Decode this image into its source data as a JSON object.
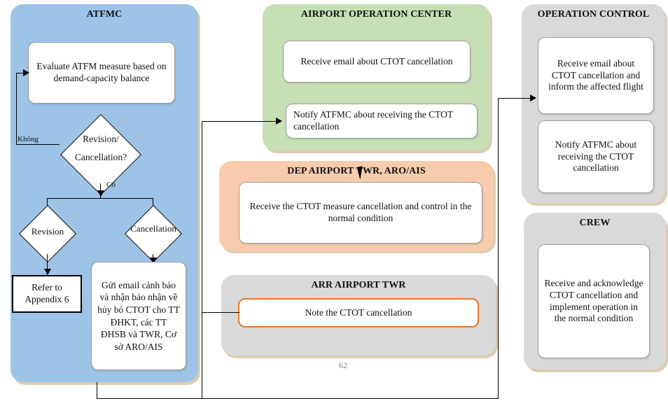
{
  "document": {
    "page_number": "62"
  },
  "lanes": [
    {
      "id": "atfmc",
      "title": "ATFMC",
      "color": "#9DC3E6"
    },
    {
      "id": "aoc",
      "title": "AIRPORT OPERATION CENTER",
      "color": "#C6DFB5"
    },
    {
      "id": "dep",
      "title": "DEP AIRPORT TWR, ARO/AIS",
      "color": "#F7CBAC"
    },
    {
      "id": "arr",
      "title": "ARR AIRPORT TWR",
      "color": "#D9D9D9"
    },
    {
      "id": "opctl",
      "title": "OPERATION CONTROL",
      "color": "#D9D9D9"
    },
    {
      "id": "crew",
      "title": "CREW",
      "color": "#D9D9D9"
    }
  ],
  "atfmc": {
    "evaluate_box": "Evaluate ATFM measure based on demand-capacity balance",
    "decision_main": {
      "line1": "Revision/",
      "line2": "Cancellation?"
    },
    "decision_revision": "Revision",
    "decision_cancellation": "Cancellation",
    "refer_box": "Refer to Appendix 6",
    "send_email_box": "Gửi email cảnh báo và nhận báo nhận về hủy bỏ CTOT cho TT ĐHKT, các TT ĐHSB và TWR, Cơ sở ARO/AIS",
    "edge_no": "Không",
    "edge_yes": "Có"
  },
  "aoc": {
    "receive_box": "Receive email about CTOT cancellation",
    "notify_box": "Notify ATFMC about receiving the CTOT cancellation"
  },
  "dep": {
    "receive_box": "Receive the CTOT measure cancellation and control in the normal condition"
  },
  "arr": {
    "note_box": "Note the CTOT cancellation",
    "note_box_state": "selected"
  },
  "opctl": {
    "receive_box": "Receive email about CTOT cancellation and inform the affected flight",
    "notify_box": "Notify ATFMC about receiving the CTOT cancellation"
  },
  "crew": {
    "acknowledge_box": "Receive and acknowledge CTOT cancellation and implement operation in the normal condition"
  },
  "colors": {
    "accent_selected": "#E87722",
    "connector": "#000000",
    "lane_shadow": "#BFA46F"
  }
}
